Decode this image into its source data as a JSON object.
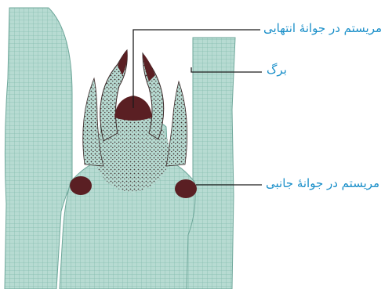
{
  "labels": {
    "apical_meristem": "مریستم در جوانهٔ انتهایی",
    "leaf": "برگ",
    "lateral_meristem": "مریستم در جوانهٔ جانبی"
  },
  "colors": {
    "label_text": "#1a8fc9",
    "tissue": "#a9d2c8",
    "tissue_dark": "#6ea79a",
    "meristem": "#5a1f23",
    "leader": "#1c1c1c"
  }
}
